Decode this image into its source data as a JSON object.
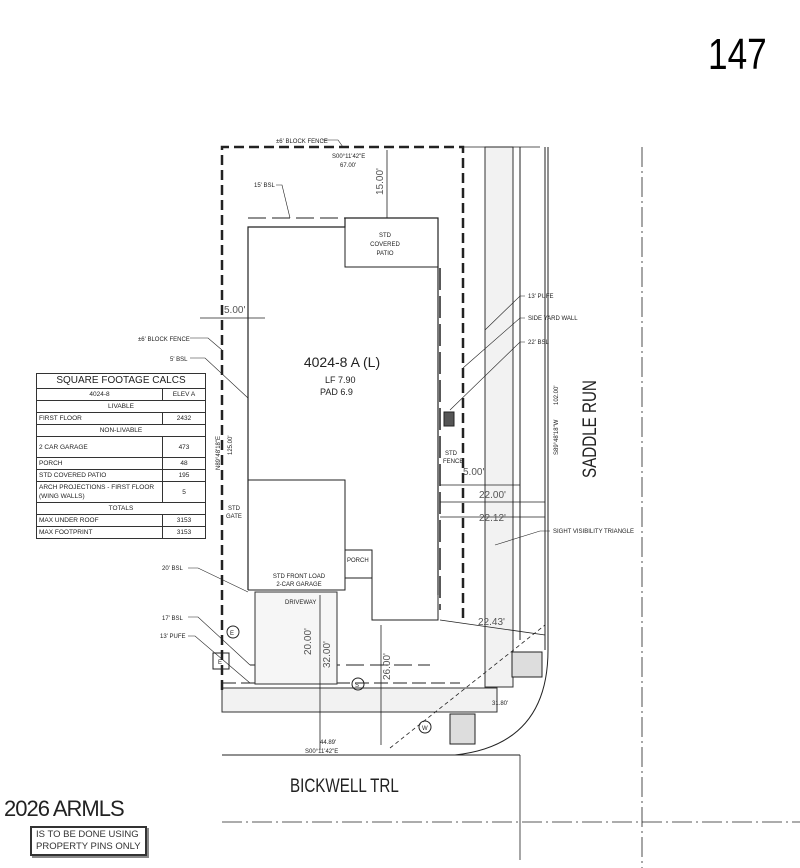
{
  "sheet_number": "147",
  "lot": {
    "plan": "4024-8 A (L)",
    "lf": "LF 7.90",
    "pad": "PAD 6.9"
  },
  "labels": {
    "block_fence_top": "±6' BLOCK FENCE",
    "bearing_top": "S00°11'42\"E",
    "dist_top": "67.00'",
    "bsl_rear": "15' BSL",
    "dim_rear": "15.00'",
    "patio": [
      "STD",
      "COVERED",
      "PATIO"
    ],
    "dim_side_left": "5.00'",
    "block_fence_left": "±6' BLOCK FENCE",
    "bsl_side": "5' BSL",
    "bearing_left": "N89°48'18\"E",
    "dist_left": "125.00'",
    "std_gate": [
      "STD",
      "GATE"
    ],
    "pufe_right": "13' PUFE",
    "side_yard_wall": "SIDE YARD WALL",
    "bsl_street_side": "22' BSL",
    "std_fence": [
      "STD",
      "FENCE"
    ],
    "dim_5": "5.00'",
    "dim_22": "22.00'",
    "dim_2212": "22.12'",
    "sight_triangle": "SIGHT VISIBILITY TRIANGLE",
    "bearing_right": "S89°48'18\"W",
    "dist_right": "102.00'",
    "street_right": "SADDLE RUN",
    "bsl_front": "20' BSL",
    "garage": [
      "STD FRONT LOAD",
      "2-CAR GARAGE"
    ],
    "porch": "PORCH",
    "driveway": "DRIVEWAY",
    "bsl_17": "17' BSL",
    "pufe_front": "13' PUFE",
    "dim_20": "20.00'",
    "dim_32": "32.00'",
    "dim_26": "26.00'",
    "dim_2243": "22.43'",
    "dist_bottom": "44.89'",
    "bearing_bottom": "S00°11'42\"E",
    "arc": "31.80'",
    "street_bottom": "BICKWELL TRL",
    "e_circle": "E",
    "e_box": "E",
    "s_circle": "S",
    "w_circle": "W"
  },
  "table": {
    "title": "SQUARE FOOTAGE CALCS",
    "plan": "4024-8",
    "elev": "ELEV A",
    "livable": "LIVABLE",
    "first_floor": "FIRST FLOOR",
    "first_floor_val": "2432",
    "non_livable": "NON-LIVABLE",
    "garage": "2 CAR GARAGE",
    "garage_val": "473",
    "porch": "PORCH",
    "porch_val": "48",
    "patio": "STD COVERED PATIO",
    "patio_val": "195",
    "arch": "ARCH PROJECTIONS - FIRST FLOOR (WING WALLS)",
    "arch_val": "5",
    "totals": "TOTALS",
    "under_roof": "MAX UNDER ROOF",
    "under_roof_val": "3153",
    "footprint": "MAX FOOTPRINT",
    "footprint_val": "3153"
  },
  "note": [
    "IS TO BE DONE USING",
    "PROPERTY PINS ONLY"
  ],
  "watermark": "2026 ARMLS"
}
